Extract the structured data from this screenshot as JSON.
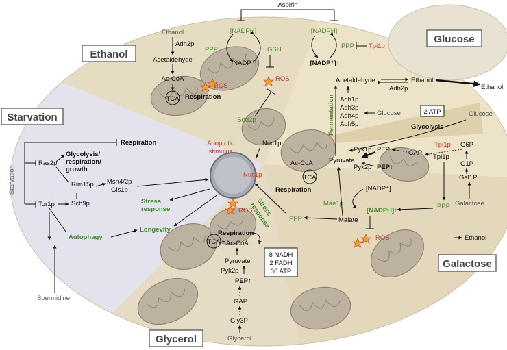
{
  "regions": {
    "ethanol": "Ethanol",
    "glucose": "Glucose",
    "starvation": "Starvation",
    "glycerol": "Glycerol",
    "galactose": "Galactose"
  },
  "top": {
    "aspirin": "Aspirin"
  },
  "ethanol": {
    "ethanol": "Ethanol",
    "adh2p": "Adh2p",
    "acetaldehyde": "Acetaldehyde",
    "acoa": "Ac-CoA",
    "tca": "TCA",
    "respiration": "Respiration",
    "nadph": "[NADPH]",
    "nadp": "[NADP⁺]",
    "ppp": "PPP",
    "gsh": "GSH",
    "ros1": "ROS",
    "ros2": "ROS",
    "sod2p": "Sod2p"
  },
  "glucose": {
    "nadph": "[NADPH]",
    "ppp": "PPP",
    "tpi1p": "Tpi1p",
    "nadp_up": "[NADP⁺]↑",
    "acetaldehyde": "Acetaldehyde",
    "ethanol": "Ethanol",
    "adh2p": "Adh2p",
    "ethanol_out": "Ethanol",
    "adh_list": [
      "Adh1p",
      "Adh3p",
      "Adh4p",
      "Adh5p"
    ],
    "glucose_mid": "Glucose",
    "fermentation": "Fermentation",
    "atp": "2 ATP",
    "glucose_right": "Glucose",
    "glycolysis": "Glycolysis",
    "pyruvate": "Pyruvate",
    "pyk1p": "Pyk1p",
    "pep": "PEP",
    "gap": "GAP",
    "tpi1p_red": "Tpi1p",
    "g6p": "G6P",
    "pyk2p": "Pyk2p",
    "pep_up": "PEP↑"
  },
  "center": {
    "nuc1p_top": "Nuc1p",
    "apoptotic": [
      "Apoptotic",
      "stimulus"
    ],
    "nuc1p_red": "Nuc1p",
    "ros": "ROS"
  },
  "starvation": {
    "respiration": "Respiration",
    "glycolysis": [
      "Glycolysis/",
      "respiration/",
      "growth"
    ],
    "ras2p": "Ras2p",
    "rim15p": "Rim15p",
    "sch9p": "Sch9p",
    "tor1p": "Tor1p",
    "msn": "Msn4/2p",
    "gis1p": "Gis1p",
    "stress": [
      "Stress",
      "response"
    ],
    "longevity": "Longevity",
    "autophagy": "Autophagy",
    "spermidine": "Spermidine",
    "starvation_vert": "Starvation"
  },
  "galactose": {
    "acoa": "Ac-CoA",
    "tca": "TCA",
    "respiration": "Respiration",
    "stress": [
      "Stress",
      "response"
    ],
    "nadp": "[NADP⁺]",
    "mae1p": "Mae1p",
    "nadph": "[NADPH]↑",
    "malate": "Malate",
    "ros": "ROS",
    "ppp_left": "PPP",
    "ppp_right": "PPP",
    "g1p": "G1P",
    "gal1p": "Gal1P",
    "galactose": "Galactose",
    "ethanol": "Ethanol"
  },
  "glycerol": {
    "respiration": "Respiration",
    "acoa": "Ac-CoA",
    "tca": "TCA",
    "pyruvate": "Pyruvate",
    "pyk2p": "Pyk2p",
    "pep": "PEP↑",
    "gap": "GAP",
    "gly3p": "Gly3P",
    "glycerol": "Glycerol",
    "ros": "ROS",
    "energy": [
      "8 NADH",
      "2 FADH",
      "36 ATP"
    ]
  }
}
